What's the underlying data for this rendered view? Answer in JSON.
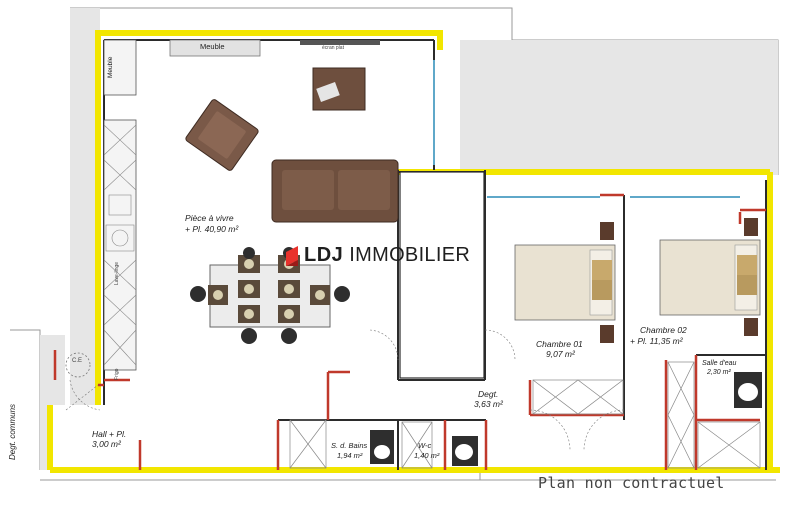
{
  "brand": {
    "ldj": "LDJ",
    "immobilier": "IMMOBILIER",
    "accent_color": "#e8322c"
  },
  "footer": {
    "disclaimer": "Plan non contractuel"
  },
  "corridor": {
    "label": "Degt. communs"
  },
  "rooms": {
    "living": {
      "name": "Pièce à vivre",
      "area": "+ Pl. 40,90 m²"
    },
    "bedroom1": {
      "name": "Chambre 01",
      "area": "9,07 m²"
    },
    "bedroom2": {
      "name": "Chambre 02",
      "area": "+ Pl. 11,35 m²"
    },
    "shower": {
      "name": "Salle d'eau",
      "area": "2,30 m²"
    },
    "hall": {
      "name": "Hall + Pl.",
      "area": "3,00 m²"
    },
    "bathroom": {
      "name": "S. d. Bains",
      "area": "1,94 m²"
    },
    "wc": {
      "name": "W-c",
      "area": "1,40 m²"
    },
    "landing": {
      "name": "Degt.",
      "area": "3,63 m²"
    }
  },
  "furniture": {
    "meuble_top": "Meuble",
    "meuble_side": "Meuble",
    "tv": "écran plat",
    "ce": "C.E",
    "lave_linge": "Lave-linge",
    "frigo": "Frigo"
  },
  "colors": {
    "wall": "#2b2b2b",
    "outline_yellow": "#f2e600",
    "door_red": "#c0392b",
    "window_blue": "#5fa8c9",
    "furniture_brown": "#6e4f3e"
  }
}
